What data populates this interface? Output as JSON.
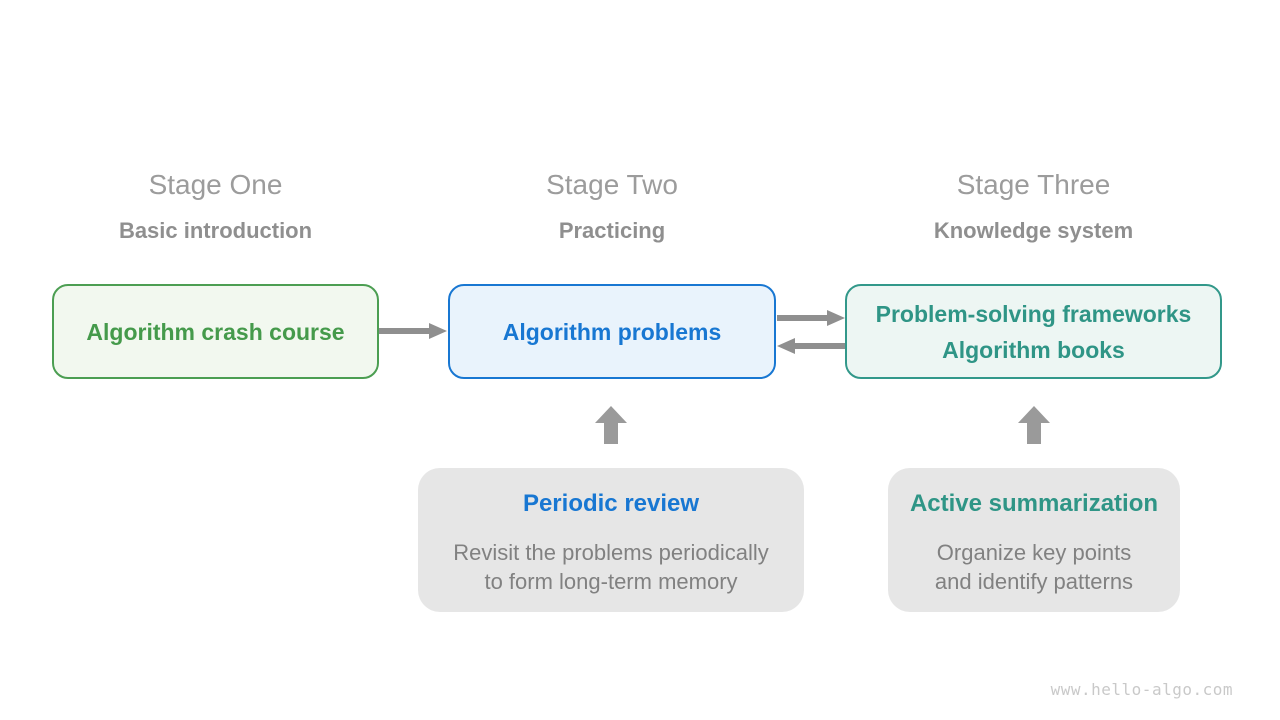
{
  "stage_one": {
    "title": "Stage One",
    "subtitle": "Basic introduction",
    "box_label": "Algorithm crash course"
  },
  "stage_two": {
    "title": "Stage Two",
    "subtitle": "Practicing",
    "box_label": "Algorithm problems"
  },
  "stage_three": {
    "title": "Stage Three",
    "subtitle": "Knowledge system",
    "box_label_line1": "Problem-solving frameworks",
    "box_label_line2": "Algorithm books"
  },
  "note_review": {
    "title": "Periodic review",
    "line1": "Revisit the problems periodically",
    "line2": "to form long-term memory"
  },
  "note_summary": {
    "title": "Active summarization",
    "line1": "Organize key points",
    "line2": "and identify patterns"
  },
  "connections": [
    {
      "from": "Algorithm crash course",
      "to": "Algorithm problems",
      "direction": "right"
    },
    {
      "from": "Algorithm problems",
      "to": "Problem-solving frameworks / Algorithm books",
      "direction": "right"
    },
    {
      "from": "Problem-solving frameworks / Algorithm books",
      "to": "Algorithm problems",
      "direction": "left"
    },
    {
      "from": "Periodic review",
      "to": "Algorithm problems",
      "direction": "up"
    },
    {
      "from": "Active summarization",
      "to": "Problem-solving frameworks / Algorithm books",
      "direction": "up"
    }
  ],
  "colors": {
    "green": "#459a4b",
    "green_bg": "#f2f8ef",
    "blue": "#1877d2",
    "blue_bg": "#e9f3fc",
    "teal": "#2f9586",
    "teal_bg": "#edf6f3",
    "note_bg": "#e6e6e6",
    "title_gray": "#9c9c9c",
    "body_gray": "#818181",
    "arrow_gray": "#8f8f8f"
  },
  "watermark": "www.hello-algo.com"
}
